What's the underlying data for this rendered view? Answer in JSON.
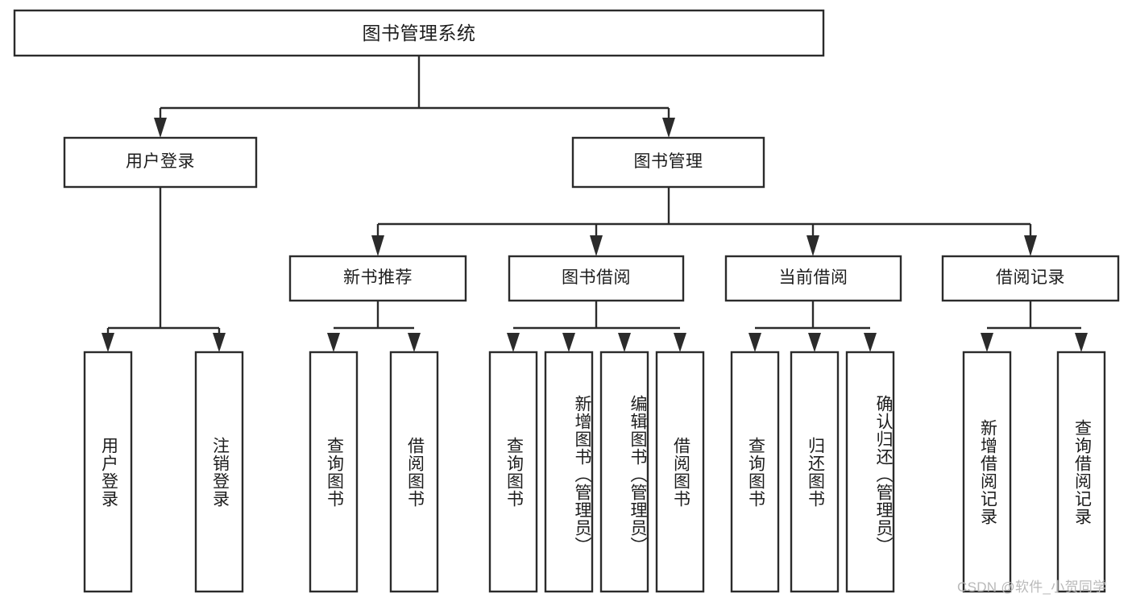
{
  "diagram": {
    "type": "tree-hierarchy-chart",
    "title": "图书管理系统",
    "orientation": "top-down",
    "colors": {
      "box_stroke": "#2b2b2b",
      "box_fill": "#ffffff",
      "connector": "#2b2b2b",
      "text": "#1d1d1d",
      "background": "#ffffff",
      "watermark": "#b9b9b9"
    },
    "levels": {
      "root": {
        "label": "图书管理系统"
      },
      "level2": [
        {
          "label": "用户登录"
        },
        {
          "label": "图书管理"
        }
      ],
      "level3": [
        {
          "label": "新书推荐"
        },
        {
          "label": "图书借阅"
        },
        {
          "label": "当前借阅"
        },
        {
          "label": "借阅记录"
        }
      ],
      "leaves": {
        "user_login": [
          {
            "label": "用户登录"
          },
          {
            "label": "注销登录"
          }
        ],
        "new_book_recommend": [
          {
            "label": "查询图书"
          },
          {
            "label": "借阅图书"
          }
        ],
        "book_borrow": [
          {
            "label": "查询图书"
          },
          {
            "label": "新增图书（管理员）"
          },
          {
            "label": "编辑图书（管理员）"
          },
          {
            "label": "借阅图书"
          }
        ],
        "current_borrow": [
          {
            "label": "查询图书"
          },
          {
            "label": "归还图书"
          },
          {
            "label": "确认归还（管理员）"
          }
        ],
        "borrow_record": [
          {
            "label": "新增借阅记录"
          },
          {
            "label": "查询借阅记录"
          }
        ]
      }
    },
    "watermark": "CSDN @软件_小贺同学"
  }
}
